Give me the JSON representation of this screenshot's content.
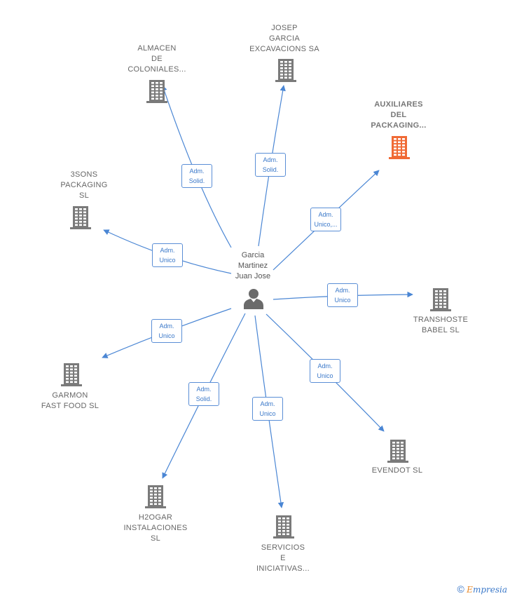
{
  "center": {
    "lines": [
      "Garcia",
      "Martinez",
      "Juan Jose"
    ],
    "icon": "person-icon"
  },
  "companies": [
    {
      "id": "almacen",
      "lines": [
        "ALMACEN",
        "DE",
        "COLONIALES..."
      ],
      "highlight": false,
      "icon": "building-icon"
    },
    {
      "id": "josep",
      "lines": [
        "JOSEP",
        "GARCIA",
        "EXCAVACIONS SA"
      ],
      "highlight": false,
      "icon": "building-icon"
    },
    {
      "id": "auxiliares",
      "lines": [
        "AUXILIARES",
        "DEL",
        "PACKAGING..."
      ],
      "highlight": true,
      "icon": "building-icon"
    },
    {
      "id": "3sons",
      "lines": [
        "3SONS",
        "PACKAGING",
        "SL"
      ],
      "highlight": false,
      "icon": "building-icon"
    },
    {
      "id": "transhoste",
      "lines": [
        "TRANSHOSTE",
        "BABEL SL"
      ],
      "highlight": false,
      "icon": "building-icon"
    },
    {
      "id": "garmon",
      "lines": [
        "GARMON",
        "FAST FOOD SL"
      ],
      "highlight": false,
      "icon": "building-icon"
    },
    {
      "id": "evendot",
      "lines": [
        "EVENDOT SL"
      ],
      "highlight": false,
      "icon": "building-icon"
    },
    {
      "id": "h2ogar",
      "lines": [
        "H2OGAR",
        "INSTALACIONES",
        "SL"
      ],
      "highlight": false,
      "icon": "building-icon"
    },
    {
      "id": "servicios",
      "lines": [
        "SERVICIOS",
        "E",
        "INICIATIVAS..."
      ],
      "highlight": false,
      "icon": "building-icon"
    }
  ],
  "relations": [
    {
      "to": "almacen",
      "label": [
        "Adm.",
        "Solid."
      ]
    },
    {
      "to": "josep",
      "label": [
        "Adm.",
        "Solid."
      ]
    },
    {
      "to": "auxiliares",
      "label": [
        "Adm.",
        "Unico,..."
      ]
    },
    {
      "to": "3sons",
      "label": [
        "Adm.",
        "Unico"
      ]
    },
    {
      "to": "transhoste",
      "label": [
        "Adm.",
        "Unico"
      ]
    },
    {
      "to": "garmon",
      "label": [
        "Adm.",
        "Unico"
      ]
    },
    {
      "to": "evendot",
      "label": [
        "Adm.",
        "Unico"
      ]
    },
    {
      "to": "h2ogar",
      "label": [
        "Adm.",
        "Solid."
      ]
    },
    {
      "to": "servicios",
      "label": [
        "Adm.",
        "Unico"
      ]
    }
  ],
  "colors": {
    "edge": "#4a86d4",
    "building": "#7a7a7a",
    "highlight": "#f06a35",
    "person": "#6a6a6a"
  },
  "footer": {
    "copyright_symbol": "©",
    "brand_first": "E",
    "brand_rest": "mpresia"
  }
}
